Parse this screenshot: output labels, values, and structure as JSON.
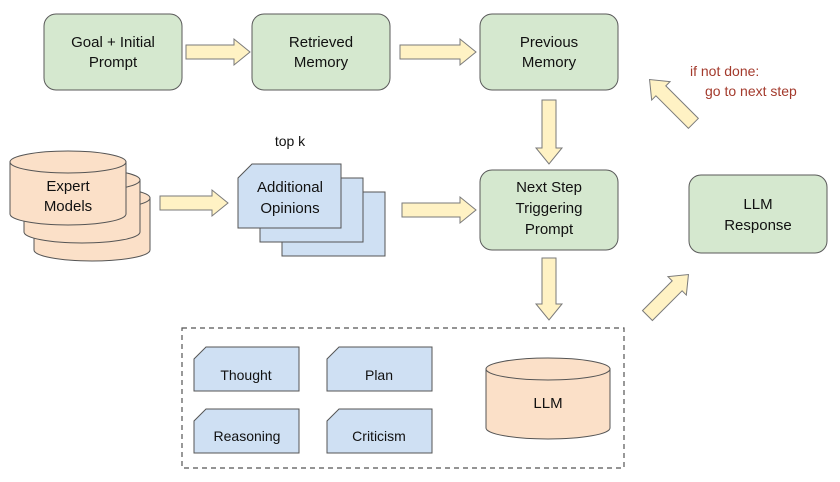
{
  "nodes": {
    "goal": [
      "Goal + Initial",
      "Prompt"
    ],
    "retrieved": [
      "Retrieved",
      "Memory"
    ],
    "previous": [
      "Previous",
      "Memory"
    ],
    "next_step": [
      "Next Step",
      "Triggering",
      "Prompt"
    ],
    "llm_response": [
      "LLM",
      "Response"
    ],
    "expert": [
      "Expert",
      "Models"
    ],
    "opinions": [
      "Additional",
      "Opinions"
    ],
    "llm": "LLM"
  },
  "top_k": "top k",
  "loop_note": [
    "if not done:",
    "go to next step"
  ],
  "components": {
    "thought": "Thought",
    "plan": "Plan",
    "reasoning": "Reasoning",
    "criticism": "Criticism"
  },
  "colors": {
    "green": "#d5e8cf",
    "blue": "#cfe0f3",
    "peach": "#fbe0c8",
    "arrow": "#fff2c4",
    "note": "#a33a2c"
  }
}
